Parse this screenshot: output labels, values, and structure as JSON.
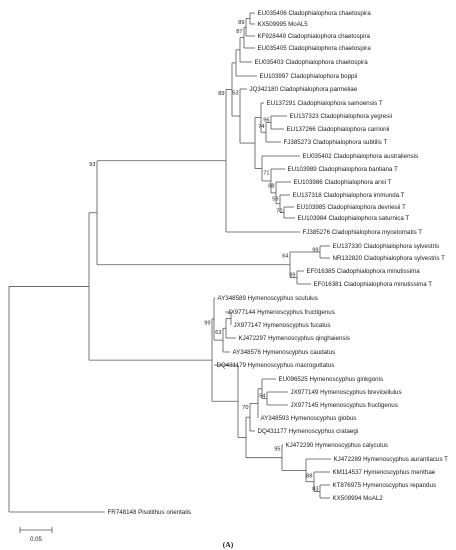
{
  "tree": {
    "taxa": {
      "t01": "EU035406 Cladophialophora chaetospira",
      "t02": "KX509995 MoAL5",
      "t03": "KF928449 Cladophialophora chaetospira",
      "t04": "EU035405 Cladophialophora chaetospira",
      "t05": "EU035403 Cladophialophora chaetospira",
      "t06": "EU103997 Cladophialophora boppii",
      "t07": "JQ342180 Cladophialophora parmeliae",
      "t08": "EU137291 Cladophialophora samoensis T",
      "t09": "EU137323 Cladophialophora yegresii",
      "t10": "EU137266 Cladophialophora carrionii",
      "t11": "FJ385273 Cladophialophora subtilis T",
      "t12": "EU035402 Cladophialophora australiensis",
      "t13": "EU103989 Cladophialophora bantiana T",
      "t14": "EU103986 Cladophialophora arxii T",
      "t15": "EU137318 Cladophialophora immunda T",
      "t16": "EU103985 Cladophialophora devriesii T",
      "t17": "EU103984 Cladophialophora saturnica T",
      "t18": "FJ385276 Cladophialophora mycetomatis T",
      "t19": "EU137330 Cladophialophora sylvestris",
      "t20": "NR132820 Cladophialophora sylvestris T",
      "t21": "EF016385 Cladophialophora minutissima",
      "t22": "EF016381 Cladophialophora minutissima T",
      "t23": "AY348589 Hymenoscyphus scutulus",
      "t24": "JX977144 Hymenoscyphus fructigenus",
      "t25": "JX977147 Hymenoscyphus fucatus",
      "t26": "KJ472297 Hymenoscyphus qinghaiensis",
      "t27": "AY348576 Hymenoscyphus caudatus",
      "t28": "DQ431179 Hymenoscyphus macroguttatus",
      "t29": "EU096525 Hymenoscyphus ginkgonis",
      "t30": "JX977149 Hymenoscyphus brevicellulus",
      "t31": "JX977145 Hymenoscyphus fructigenus",
      "t32": "AY348593 Hymenoscyphus globus",
      "t33": "DQ431177 Hymenoscyphus crataegi",
      "t34": "KJ472290 Hymenoscyphus calyculus",
      "t35": "KJ472289 Hymenoscyphus aurantiacus T",
      "t36": "KM114537 Hymenoscyphus menthae",
      "t37": "KT876975 Hymenoscyphus repandus",
      "t38": "KX509994 MoAL2",
      "t39": "FR748148 Pisolithus orientalis"
    },
    "supports": {
      "s89a": "89",
      "s87": "87",
      "s53": "53",
      "s96": "96",
      "s74": "74",
      "s71": "71",
      "s88a": "88",
      "s59": "59",
      "s70a": "70",
      "s89b": "89",
      "s93": "93",
      "s99a": "99",
      "s99b": "99",
      "s64": "64",
      "s63": "63",
      "s99c": "99",
      "s94": "94",
      "s70b": "70",
      "s95": "95",
      "s88b": "88",
      "s83": "83"
    },
    "scale_bar": {
      "label": "0.05"
    },
    "panel_label": "(A)"
  }
}
